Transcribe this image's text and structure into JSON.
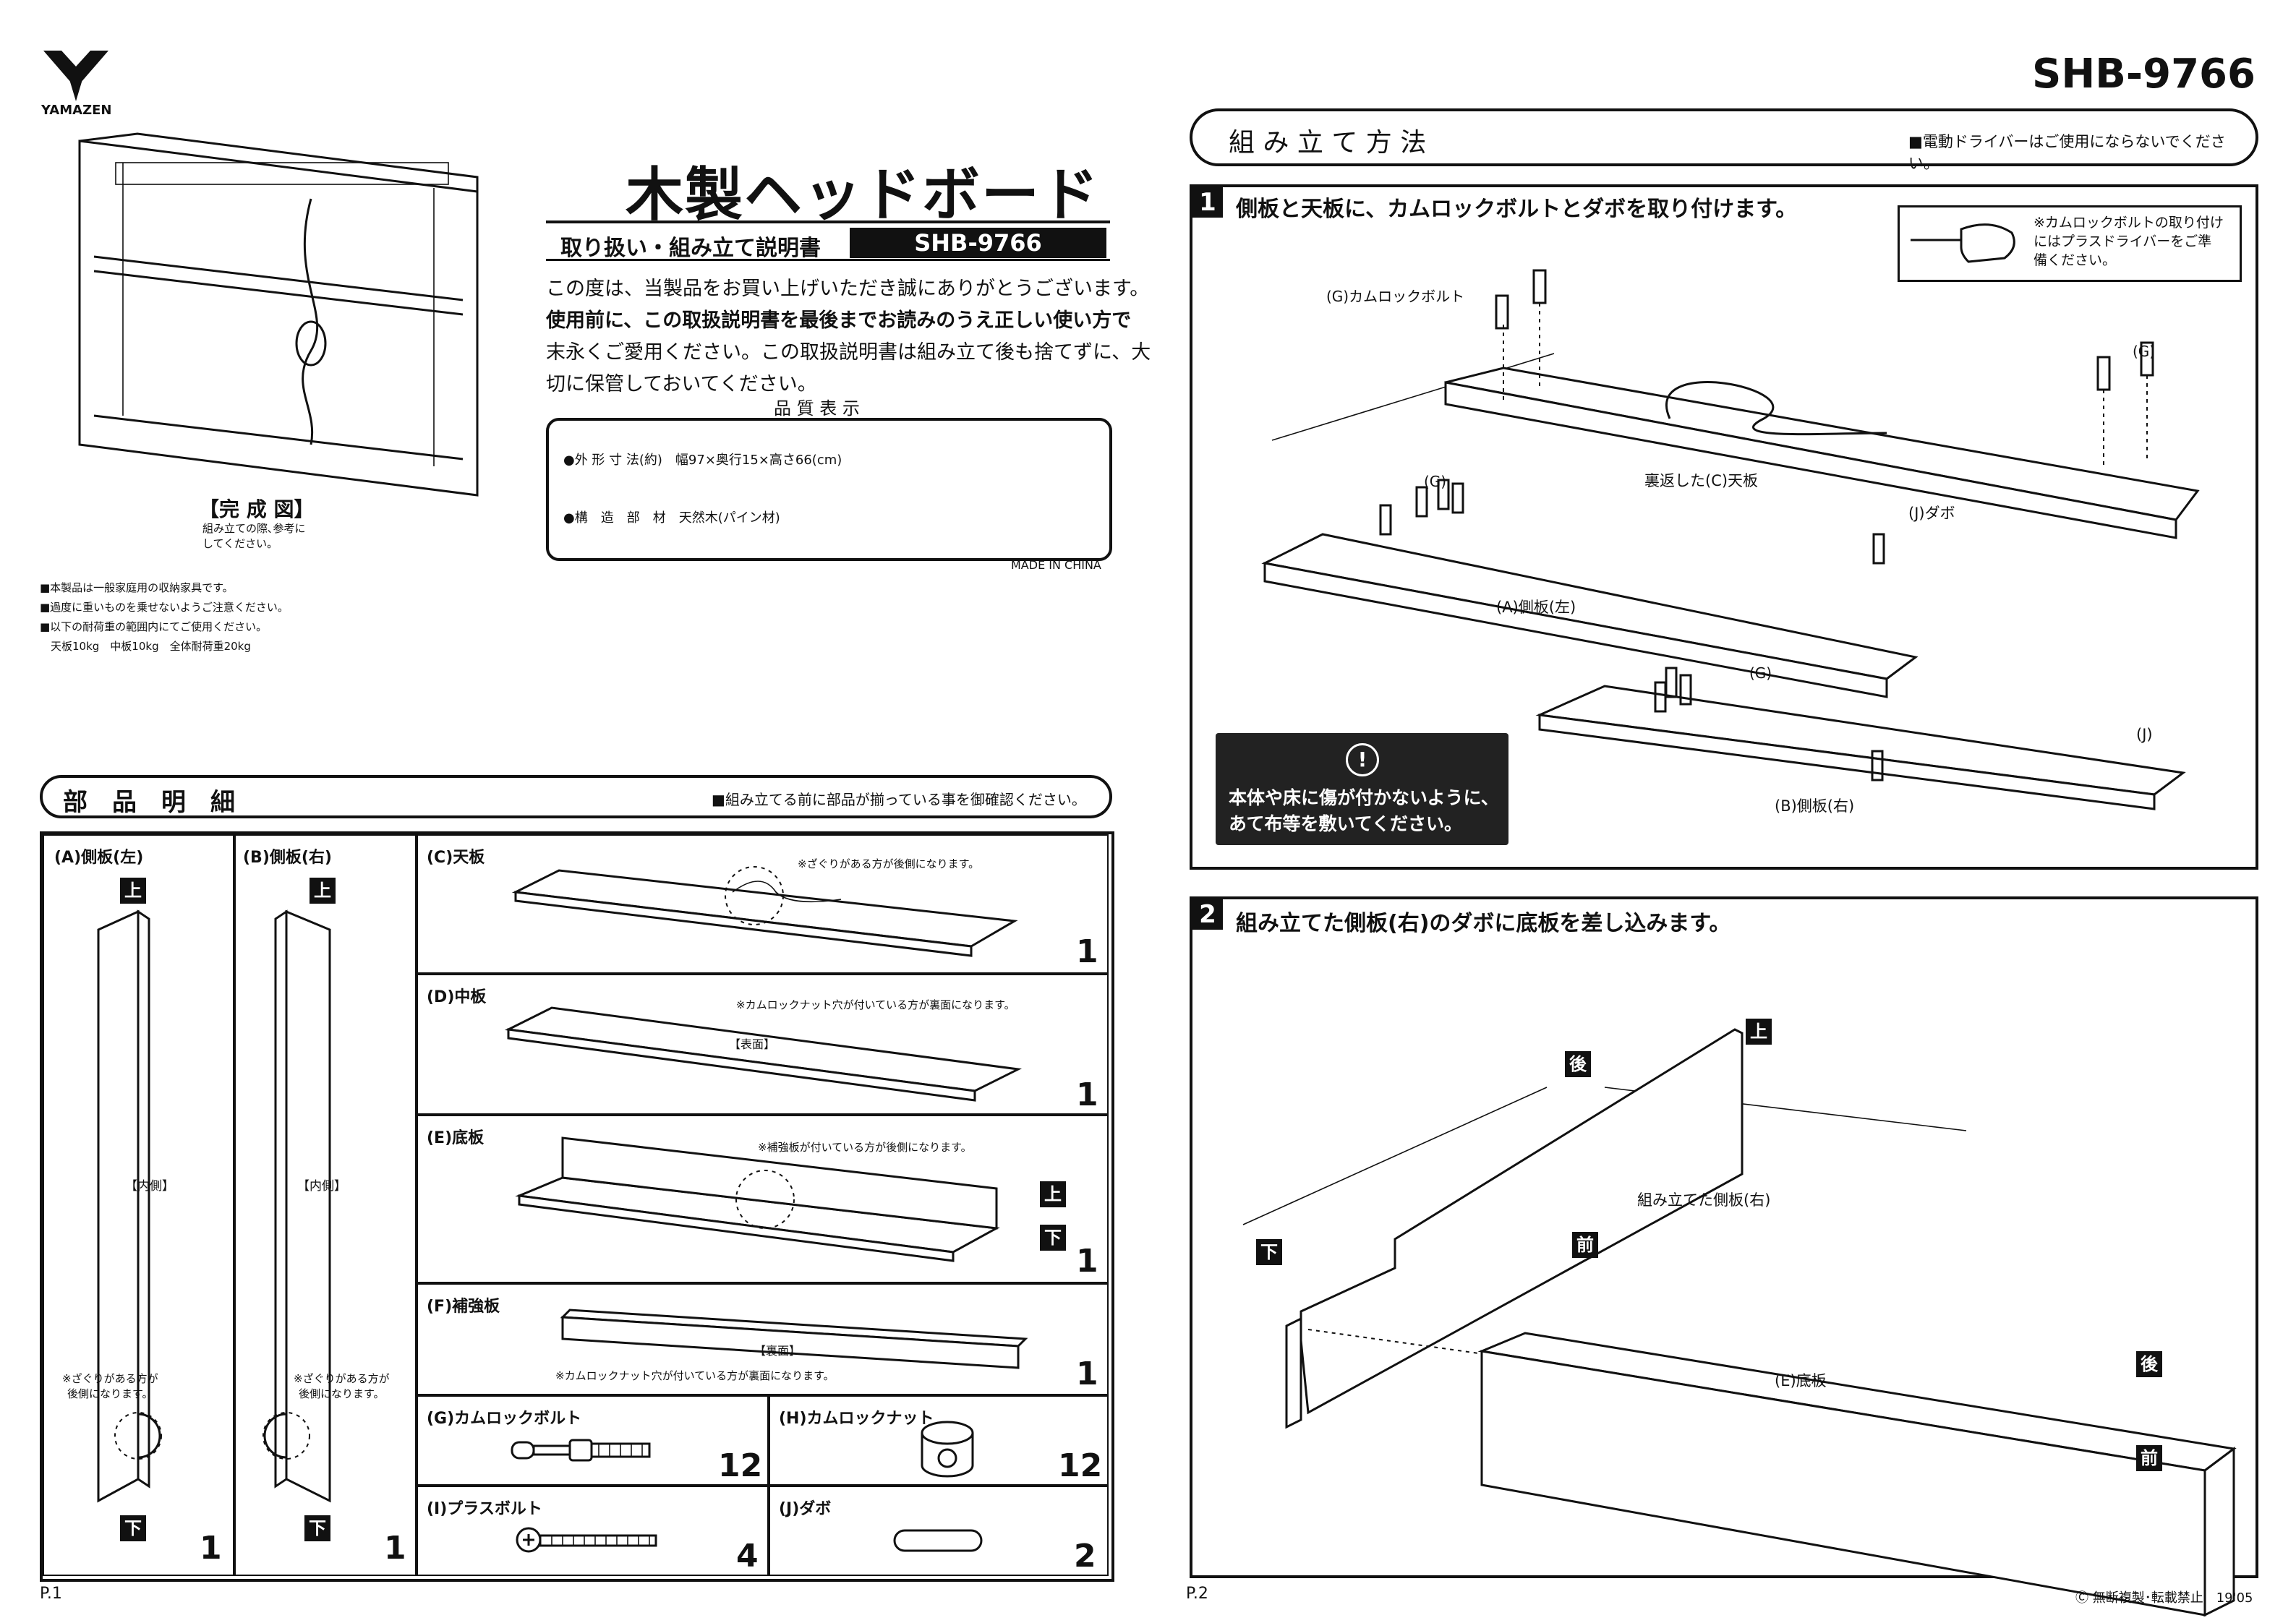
{
  "brand": {
    "name": "YAMAZEN"
  },
  "model": "SHB-9766",
  "left_page": {
    "title": "木製ヘッドボード",
    "subtitle": "取り扱い・組み立て説明書",
    "intro": [
      "この度は、当製品をお買い上げいただき誠にありがとうございます。",
      "使用前に、この取扱説明書を最後までお読みのうえ正しい使い方で",
      "末永くご愛用ください。この取扱説明書は組み立て後も捨てずに、大",
      "切に保管しておいてください。"
    ],
    "quality_heading": "品 質 表 示",
    "quality": [
      "●外 形 寸 法(約)　幅97×奥行15×高さ66(cm)",
      "●構　造　部　材　天然木(パイン材)"
    ],
    "made_in": "MADE IN CHINA",
    "complete_label": "【完 成 図】",
    "complete_note": "組み立ての際､参考に\nしてください。",
    "notices": [
      "■本製品は一般家庭用の収納家具です。",
      "■過度に重いものを乗せないようご注意ください。",
      "■以下の耐荷重の範囲内にてご使用ください。",
      "　天板10kg　中板10kg　全体耐荷重20kg"
    ],
    "parts_heading": "部　品　明　細",
    "parts_note": "■組み立てる前に部品が揃っている事を御確認ください。",
    "page_no": "P.1",
    "parts": {
      "A": {
        "label": "(A)側板(左)",
        "qty": "1",
        "inner": "【内側】",
        "note": "※ざぐりがある方が\n後側になります。",
        "top": "上",
        "bottom": "下"
      },
      "B": {
        "label": "(B)側板(右)",
        "qty": "1",
        "inner": "【内側】",
        "note": "※ざぐりがある方が\n後側になります。",
        "top": "上",
        "bottom": "下"
      },
      "C": {
        "label": "(C)天板",
        "qty": "1",
        "note": "※ざぐりがある方が後側になります。"
      },
      "D": {
        "label": "(D)中板",
        "qty": "1",
        "note": "※カムロックナット穴が付いている方が裏面になります。",
        "face": "【表面】"
      },
      "E": {
        "label": "(E)底板",
        "qty": "1",
        "note": "※補強板が付いている方が後側になります。",
        "top": "上",
        "bottom": "下"
      },
      "F": {
        "label": "(F)補強板",
        "qty": "1",
        "note": "※カムロックナット穴が付いている方が裏面になります。",
        "face": "【裏面】"
      },
      "G": {
        "label": "(G)カムロックボルト",
        "qty": "12"
      },
      "H": {
        "label": "(H)カムロックナット",
        "qty": "12"
      },
      "I": {
        "label": "(I)プラスボルト",
        "qty": "4"
      },
      "J": {
        "label": "(J)ダボ",
        "qty": "2"
      }
    }
  },
  "right_page": {
    "heading": "組 み 立 て 方 法",
    "heading_note": "■電動ドライバーはご使用にならないでください。",
    "step1": {
      "num": "1",
      "text": "側板と天板に、カムロックボルトとダボを取り付けます。",
      "tip": "※カムロックボルトの取り付け\nにはプラスドライバーをご準\n備ください。",
      "labels": {
        "g1": "(G)カムロックボルト",
        "g2": "(G)",
        "g3": "(G)",
        "g4": "(G)",
        "top": "裏返した(C)天板",
        "dowel1": "(J)ダボ",
        "dowel2": "(J)",
        "a": "(A)側板(左)",
        "b": "(B)側板(右)"
      },
      "warning": "本体や床に傷が付かないように、\nあて布等を敷いてください。"
    },
    "step2": {
      "num": "2",
      "text": "組み立てた側板(右)のダボに底板を差し込みます。",
      "labels": {
        "side": "組み立てた側板(右)",
        "bottom": "(E)底板",
        "top": "上",
        "back": "後",
        "down": "下",
        "front": "前",
        "back2": "後",
        "front2": "前"
      }
    },
    "page_no": "P.2",
    "copyright": "Ⓒ 無断複製･転載禁止　19'05"
  }
}
